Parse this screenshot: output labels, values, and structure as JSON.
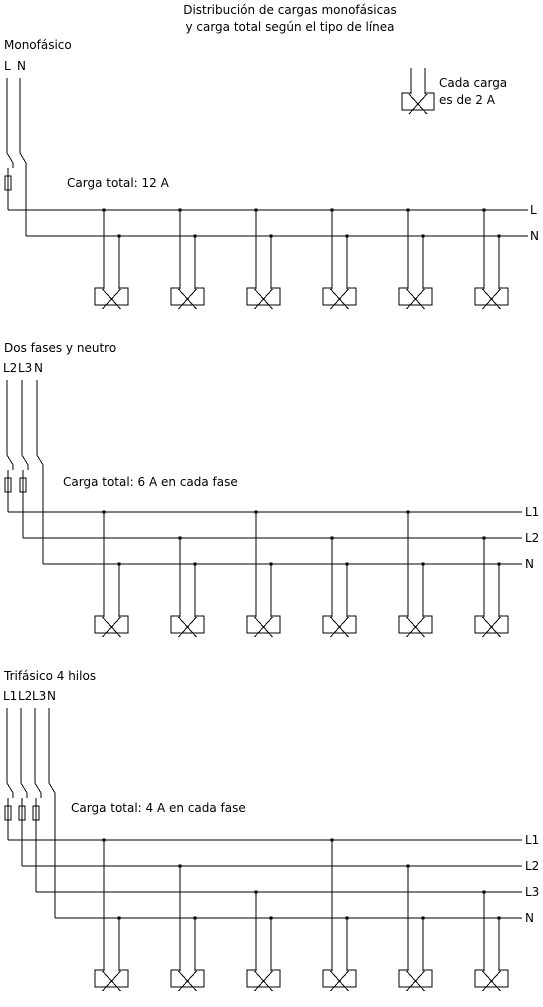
{
  "title": {
    "line1": "Distribución de cargas monofásicas",
    "line2": "y carga total según el tipo de línea"
  },
  "legend": {
    "line1": "Cada carga",
    "line2": "es de 2 A"
  },
  "sections": [
    {
      "heading": "Monofásico",
      "conductors": [
        "L",
        "N"
      ],
      "total": "Carga total: 12 A",
      "bus_labels": [
        "L",
        "N"
      ],
      "loads": [
        {
          "phase": "L"
        },
        {
          "phase": "L"
        },
        {
          "phase": "L"
        },
        {
          "phase": "L"
        },
        {
          "phase": "L"
        },
        {
          "phase": "L"
        }
      ]
    },
    {
      "heading": "Dos fases y neutro",
      "conductors": [
        "L2",
        "L3",
        "N"
      ],
      "total": "Carga total: 6 A en cada fase",
      "bus_labels": [
        "L1",
        "L2",
        "N"
      ],
      "loads": [
        {
          "phase": "L1"
        },
        {
          "phase": "L2"
        },
        {
          "phase": "L1"
        },
        {
          "phase": "L2"
        },
        {
          "phase": "L1"
        },
        {
          "phase": "L2"
        }
      ]
    },
    {
      "heading": "Trifásico 4 hilos",
      "conductors": [
        "L1",
        "L2",
        "L3",
        "N"
      ],
      "total": "Carga total: 4 A en cada fase",
      "bus_labels": [
        "L1",
        "L2",
        "L3",
        "N"
      ],
      "loads": [
        {
          "phase": "L1"
        },
        {
          "phase": "L2"
        },
        {
          "phase": "L3"
        },
        {
          "phase": "L1"
        },
        {
          "phase": "L2"
        },
        {
          "phase": "L3"
        }
      ]
    }
  ]
}
